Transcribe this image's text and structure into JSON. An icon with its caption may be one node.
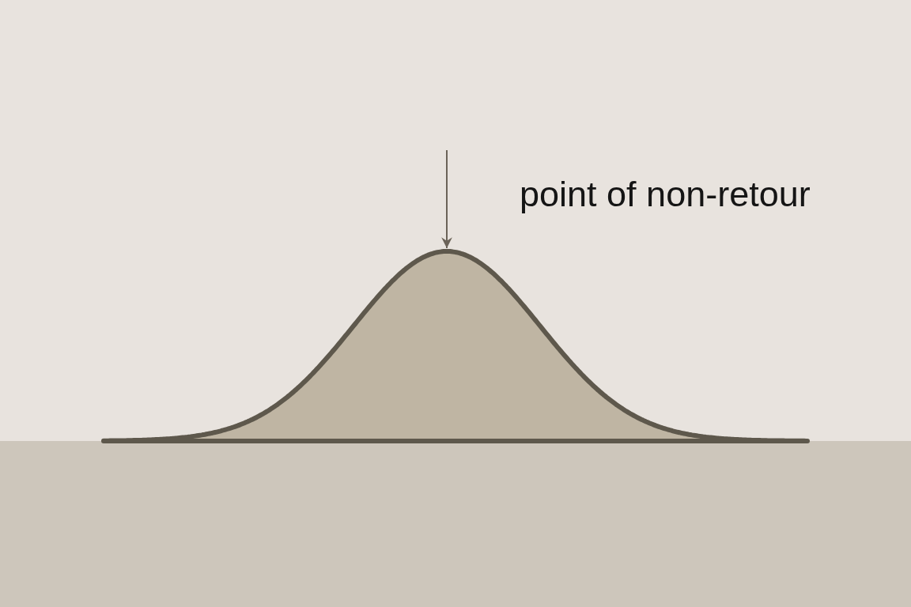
{
  "diagram": {
    "nodes": [
      {
        "text": [
          "point of non-retour"
        ]
      },
      {
        "text": [],
        "shape": "curve"
      }
    ],
    "edges": [
      {
        "from": null,
        "to": 1,
        "arrow": "to"
      }
    ]
  }
}
